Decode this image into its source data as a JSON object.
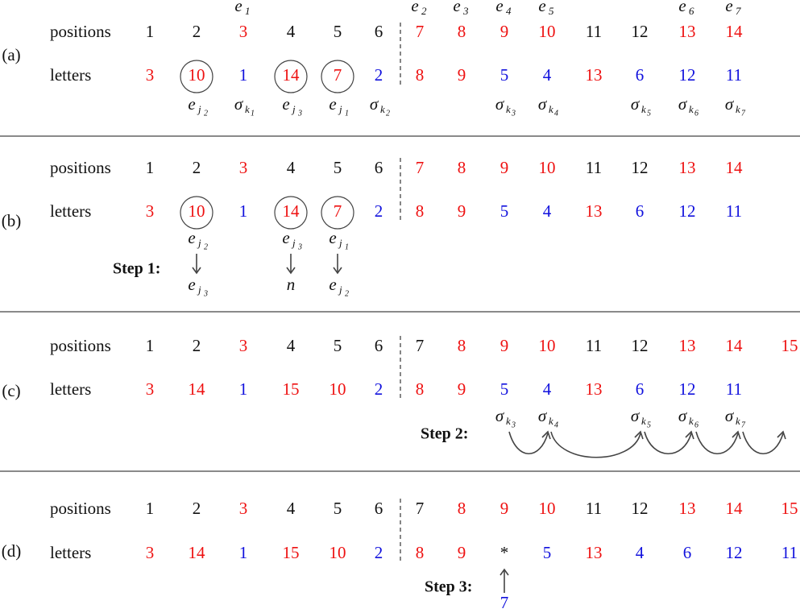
{
  "colors": {
    "red": "#ee1111",
    "blue": "#1111dd",
    "black": "#111111",
    "gray": "#444444"
  },
  "panels": [
    {
      "label": "(a)",
      "positions_label": "positions",
      "letters_label": "letters",
      "positions": [
        {
          "t": "1",
          "c": "black"
        },
        {
          "t": "2",
          "c": "black"
        },
        {
          "t": "3",
          "c": "red"
        },
        {
          "t": "4",
          "c": "black"
        },
        {
          "t": "5",
          "c": "black"
        },
        {
          "t": "6",
          "c": "black"
        },
        {
          "t": "7",
          "c": "red"
        },
        {
          "t": "8",
          "c": "red"
        },
        {
          "t": "9",
          "c": "red"
        },
        {
          "t": "10",
          "c": "red"
        },
        {
          "t": "11",
          "c": "black"
        },
        {
          "t": "12",
          "c": "black"
        },
        {
          "t": "13",
          "c": "red"
        },
        {
          "t": "14",
          "c": "red"
        }
      ],
      "letters": [
        {
          "t": "3",
          "c": "red"
        },
        {
          "t": "10",
          "c": "red",
          "circled": true
        },
        {
          "t": "1",
          "c": "blue"
        },
        {
          "t": "14",
          "c": "red",
          "circled": true
        },
        {
          "t": "7",
          "c": "red",
          "circled": true
        },
        {
          "t": "2",
          "c": "blue"
        },
        {
          "t": "8",
          "c": "red"
        },
        {
          "t": "9",
          "c": "red"
        },
        {
          "t": "5",
          "c": "blue"
        },
        {
          "t": "4",
          "c": "blue"
        },
        {
          "t": "13",
          "c": "red"
        },
        {
          "t": "6",
          "c": "blue"
        },
        {
          "t": "12",
          "c": "blue"
        },
        {
          "t": "11",
          "c": "blue"
        }
      ],
      "top_labels": [
        {
          "col": 3,
          "base": "e",
          "sub": "1"
        },
        {
          "col": 7,
          "base": "e",
          "sub": "2"
        },
        {
          "col": 8,
          "base": "e",
          "sub": "3"
        },
        {
          "col": 9,
          "base": "e",
          "sub": "4"
        },
        {
          "col": 10,
          "base": "e",
          "sub": "5"
        },
        {
          "col": 13,
          "base": "e",
          "sub": "6"
        },
        {
          "col": 14,
          "base": "e",
          "sub": "7"
        }
      ],
      "bottom_labels": [
        {
          "col": 2,
          "base": "e",
          "sub": "j",
          "subsub": "2"
        },
        {
          "col": 3,
          "base": "σ",
          "sub": "k",
          "subsub": "1"
        },
        {
          "col": 4,
          "base": "e",
          "sub": "j",
          "subsub": "3"
        },
        {
          "col": 5,
          "base": "e",
          "sub": "j",
          "subsub": "1"
        },
        {
          "col": 6,
          "base": "σ",
          "sub": "k",
          "subsub": "2"
        },
        {
          "col": 9,
          "base": "σ",
          "sub": "k",
          "subsub": "3"
        },
        {
          "col": 10,
          "base": "σ",
          "sub": "k",
          "subsub": "4"
        },
        {
          "col": 12,
          "base": "σ",
          "sub": "k",
          "subsub": "5"
        },
        {
          "col": 13,
          "base": "σ",
          "sub": "k",
          "subsub": "6"
        },
        {
          "col": 14,
          "base": "σ",
          "sub": "k",
          "subsub": "7"
        }
      ]
    },
    {
      "label": "(b)",
      "positions_label": "positions",
      "letters_label": "letters",
      "positions": [
        {
          "t": "1",
          "c": "black"
        },
        {
          "t": "2",
          "c": "black"
        },
        {
          "t": "3",
          "c": "red"
        },
        {
          "t": "4",
          "c": "black"
        },
        {
          "t": "5",
          "c": "black"
        },
        {
          "t": "6",
          "c": "black"
        },
        {
          "t": "7",
          "c": "red"
        },
        {
          "t": "8",
          "c": "red"
        },
        {
          "t": "9",
          "c": "red"
        },
        {
          "t": "10",
          "c": "red"
        },
        {
          "t": "11",
          "c": "black"
        },
        {
          "t": "12",
          "c": "black"
        },
        {
          "t": "13",
          "c": "red"
        },
        {
          "t": "14",
          "c": "red"
        }
      ],
      "letters": [
        {
          "t": "3",
          "c": "red"
        },
        {
          "t": "10",
          "c": "red",
          "circled": true
        },
        {
          "t": "1",
          "c": "blue"
        },
        {
          "t": "14",
          "c": "red",
          "circled": true
        },
        {
          "t": "7",
          "c": "red",
          "circled": true
        },
        {
          "t": "2",
          "c": "blue"
        },
        {
          "t": "8",
          "c": "red"
        },
        {
          "t": "9",
          "c": "red"
        },
        {
          "t": "5",
          "c": "blue"
        },
        {
          "t": "4",
          "c": "blue"
        },
        {
          "t": "13",
          "c": "red"
        },
        {
          "t": "6",
          "c": "blue"
        },
        {
          "t": "12",
          "c": "blue"
        },
        {
          "t": "11",
          "c": "blue"
        }
      ],
      "bottom_labels": [
        {
          "col": 2,
          "base": "e",
          "sub": "j",
          "subsub": "2"
        },
        {
          "col": 4,
          "base": "e",
          "sub": "j",
          "subsub": "3"
        },
        {
          "col": 5,
          "base": "e",
          "sub": "j",
          "subsub": "1"
        }
      ],
      "step": "Step 1:",
      "step1_targets": [
        {
          "col": 2,
          "base": "e",
          "sub": "j",
          "subsub": "3"
        },
        {
          "col": 4,
          "base": "n",
          "sub": "",
          "subsub": ""
        },
        {
          "col": 5,
          "base": "e",
          "sub": "j",
          "subsub": "2"
        }
      ]
    },
    {
      "label": "(c)",
      "positions_label": "positions",
      "letters_label": "letters",
      "positions": [
        {
          "t": "1",
          "c": "black"
        },
        {
          "t": "2",
          "c": "black"
        },
        {
          "t": "3",
          "c": "red"
        },
        {
          "t": "4",
          "c": "black"
        },
        {
          "t": "5",
          "c": "black"
        },
        {
          "t": "6",
          "c": "black"
        },
        {
          "t": "7",
          "c": "black"
        },
        {
          "t": "8",
          "c": "red"
        },
        {
          "t": "9",
          "c": "red"
        },
        {
          "t": "10",
          "c": "red"
        },
        {
          "t": "11",
          "c": "black"
        },
        {
          "t": "12",
          "c": "black"
        },
        {
          "t": "13",
          "c": "red"
        },
        {
          "t": "14",
          "c": "red"
        },
        {
          "t": "15",
          "c": "red"
        }
      ],
      "letters": [
        {
          "t": "3",
          "c": "red"
        },
        {
          "t": "14",
          "c": "red"
        },
        {
          "t": "1",
          "c": "blue"
        },
        {
          "t": "15",
          "c": "red"
        },
        {
          "t": "10",
          "c": "red"
        },
        {
          "t": "2",
          "c": "blue"
        },
        {
          "t": "8",
          "c": "red"
        },
        {
          "t": "9",
          "c": "red"
        },
        {
          "t": "5",
          "c": "blue"
        },
        {
          "t": "4",
          "c": "blue"
        },
        {
          "t": "13",
          "c": "red"
        },
        {
          "t": "6",
          "c": "blue"
        },
        {
          "t": "12",
          "c": "blue"
        },
        {
          "t": "11",
          "c": "blue"
        }
      ],
      "step": "Step 2:",
      "sigma_labels": [
        {
          "col": 9,
          "base": "σ",
          "sub": "k",
          "subsub": "3"
        },
        {
          "col": 10,
          "base": "σ",
          "sub": "k",
          "subsub": "4"
        },
        {
          "col": 12,
          "base": "σ",
          "sub": "k",
          "subsub": "5"
        },
        {
          "col": 13,
          "base": "σ",
          "sub": "k",
          "subsub": "6"
        },
        {
          "col": 14,
          "base": "σ",
          "sub": "k",
          "subsub": "7"
        }
      ]
    },
    {
      "label": "(d)",
      "positions_label": "positions",
      "letters_label": "letters",
      "positions": [
        {
          "t": "1",
          "c": "black"
        },
        {
          "t": "2",
          "c": "black"
        },
        {
          "t": "3",
          "c": "red"
        },
        {
          "t": "4",
          "c": "black"
        },
        {
          "t": "5",
          "c": "black"
        },
        {
          "t": "6",
          "c": "black"
        },
        {
          "t": "7",
          "c": "black"
        },
        {
          "t": "8",
          "c": "red"
        },
        {
          "t": "9",
          "c": "red"
        },
        {
          "t": "10",
          "c": "red"
        },
        {
          "t": "11",
          "c": "black"
        },
        {
          "t": "12",
          "c": "black"
        },
        {
          "t": "13",
          "c": "red"
        },
        {
          "t": "14",
          "c": "red"
        },
        {
          "t": "15",
          "c": "red"
        }
      ],
      "letters": [
        {
          "t": "3",
          "c": "red"
        },
        {
          "t": "14",
          "c": "red"
        },
        {
          "t": "1",
          "c": "blue"
        },
        {
          "t": "15",
          "c": "red"
        },
        {
          "t": "10",
          "c": "red"
        },
        {
          "t": "2",
          "c": "blue"
        },
        {
          "t": "8",
          "c": "red"
        },
        {
          "t": "9",
          "c": "red"
        },
        {
          "t": "*",
          "c": "black"
        },
        {
          "t": "5",
          "c": "blue"
        },
        {
          "t": "13",
          "c": "red"
        },
        {
          "t": "4",
          "c": "blue"
        },
        {
          "t": "6",
          "c": "blue"
        },
        {
          "t": "12",
          "c": "blue"
        },
        {
          "t": "11",
          "c": "blue"
        }
      ],
      "step": "Step 3:",
      "step3_value": {
        "t": "7",
        "c": "blue"
      }
    }
  ]
}
